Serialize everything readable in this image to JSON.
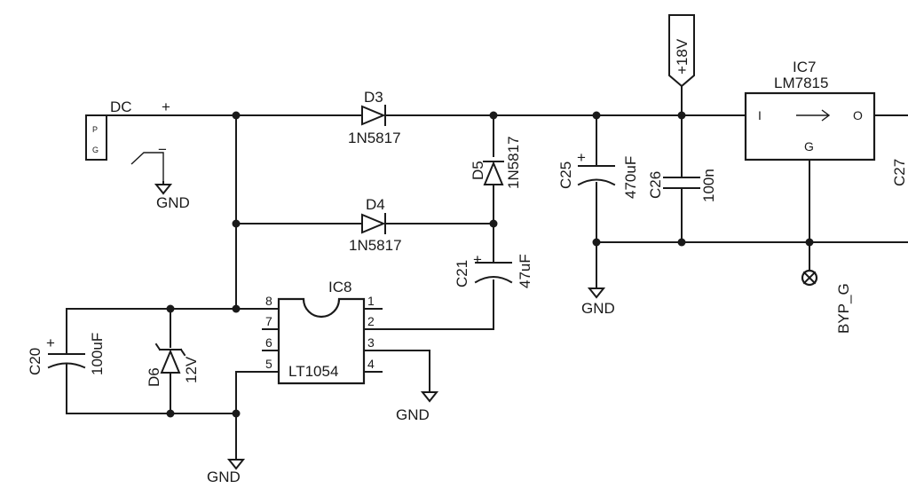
{
  "connector": {
    "ref": "DC",
    "plus": "+",
    "minus": "−",
    "pin_p": "P",
    "pin_g": "G"
  },
  "power": {
    "rail": "+18V"
  },
  "gnd": {
    "label": "GND"
  },
  "d3": {
    "ref": "D3",
    "value": "1N5817"
  },
  "d4": {
    "ref": "D4",
    "value": "1N5817"
  },
  "d5": {
    "ref": "D5",
    "value": "1N5817"
  },
  "d6": {
    "ref": "D6",
    "value": "12V"
  },
  "c20": {
    "ref": "C20",
    "value": "100uF",
    "plus": "+"
  },
  "c21": {
    "ref": "C21",
    "value": "47uF",
    "plus": "+"
  },
  "c25": {
    "ref": "C25",
    "value": "470uF",
    "plus": "+"
  },
  "c26": {
    "ref": "C26",
    "value": "100n"
  },
  "c27": {
    "ref": "C27"
  },
  "ic7": {
    "ref": "IC7",
    "value": "LM7815",
    "pin_in": "I",
    "pin_out": "O",
    "pin_gnd": "G"
  },
  "ic8": {
    "ref": "IC8",
    "value": "LT1054",
    "pins": [
      "1",
      "2",
      "3",
      "4",
      "5",
      "6",
      "7",
      "8"
    ]
  },
  "byp": {
    "label": "BYP_G"
  }
}
